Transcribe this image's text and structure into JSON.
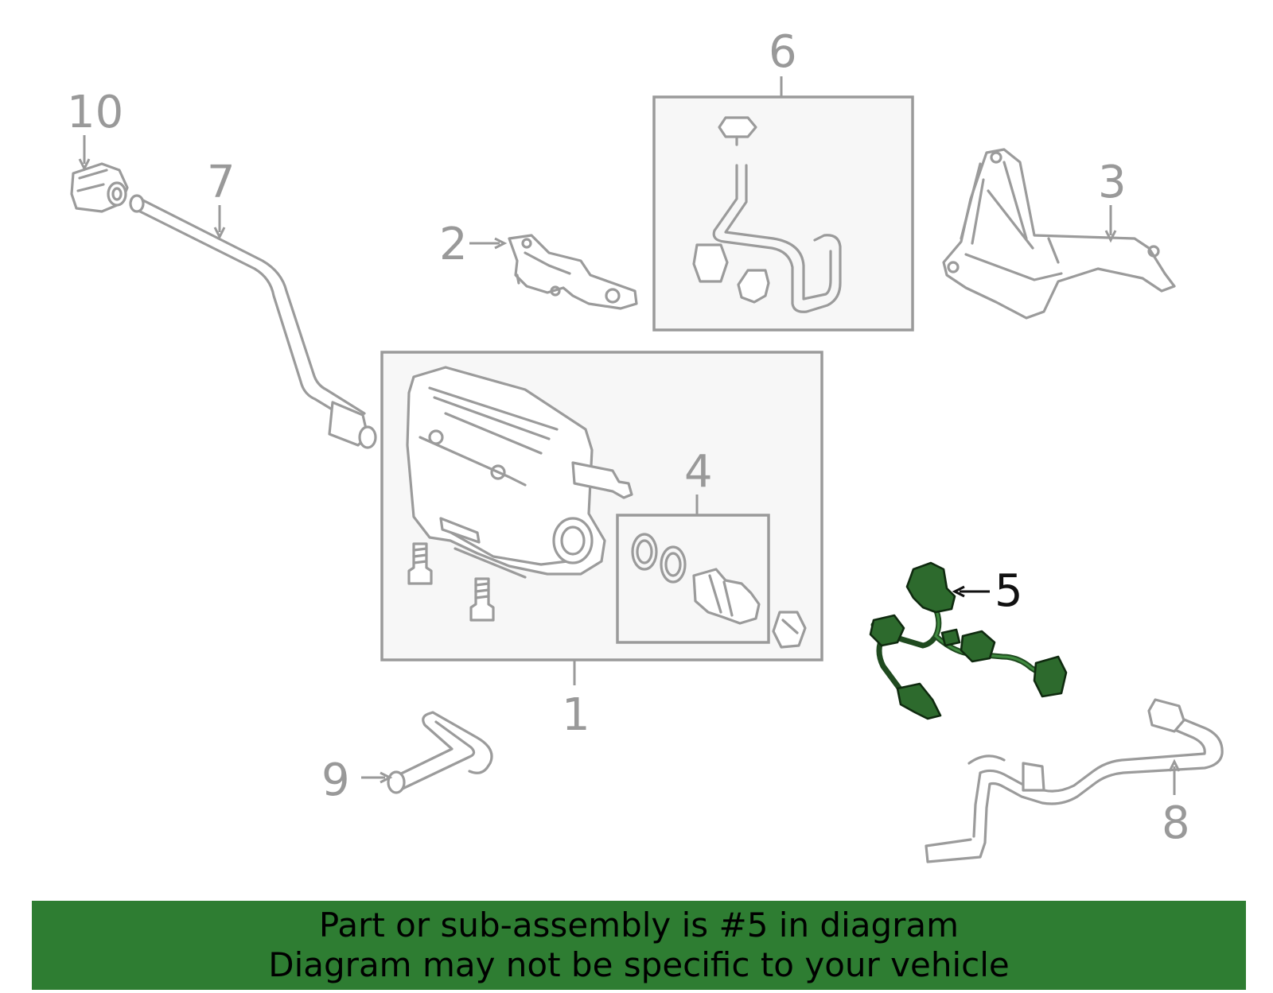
{
  "diagram": {
    "callouts": {
      "c1": "1",
      "c2": "2",
      "c3": "3",
      "c4": "4",
      "c5": "5",
      "c6": "6",
      "c7": "7",
      "c8": "8",
      "c9": "9",
      "c10": "10"
    },
    "highlighted_part": "5",
    "highlight_color": "#2e7d32"
  },
  "banner": {
    "line1": "Part or sub-assembly is #5 in diagram",
    "line2": "Diagram may not be specific to your vehicle",
    "background": "#2e7d32"
  }
}
